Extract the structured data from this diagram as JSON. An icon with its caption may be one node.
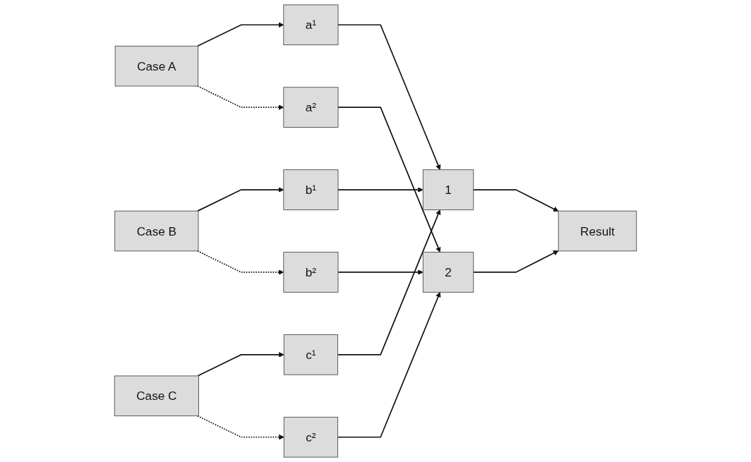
{
  "diagram": {
    "nodes": [
      {
        "text": [
          "Case A"
        ]
      },
      {
        "text": [
          "Case B"
        ]
      },
      {
        "text": [
          "Case C"
        ]
      },
      {
        "text": [
          "a¹"
        ]
      },
      {
        "text": [
          "b¹"
        ]
      },
      {
        "text": [
          "c¹"
        ]
      },
      {
        "text": [
          "1"
        ]
      },
      {
        "text": [
          "Result"
        ]
      },
      {
        "text": [
          "c²"
        ]
      },
      {
        "text": [
          "b²"
        ]
      },
      {
        "text": [
          "2"
        ]
      },
      {
        "text": [
          "a²"
        ]
      }
    ],
    "edges": [
      {
        "from": 0,
        "to": 3,
        "arrow": "to"
      },
      {
        "from": 1,
        "to": 4,
        "arrow": "to"
      },
      {
        "from": 2,
        "to": 5,
        "arrow": "to"
      },
      {
        "from": 3,
        "to": 6,
        "arrow": "to"
      },
      {
        "from": 4,
        "to": 6,
        "arrow": "to"
      },
      {
        "from": 5,
        "to": 6,
        "arrow": "to"
      },
      {
        "from": 6,
        "to": 7,
        "arrow": "to"
      },
      {
        "from": 2,
        "to": 8,
        "arrow": "to",
        "style": "dashed"
      },
      {
        "from": 1,
        "to": 9,
        "arrow": "to",
        "style": "dashed"
      },
      {
        "from": 0,
        "to": 11,
        "arrow": "to",
        "style": "dashed"
      },
      {
        "from": 8,
        "to": 10,
        "arrow": "to"
      },
      {
        "from": 9,
        "to": 10,
        "arrow": "to"
      },
      {
        "from": 11,
        "to": 10,
        "arrow": "to"
      },
      {
        "from": 10,
        "to": 7,
        "arrow": "to"
      }
    ]
  }
}
